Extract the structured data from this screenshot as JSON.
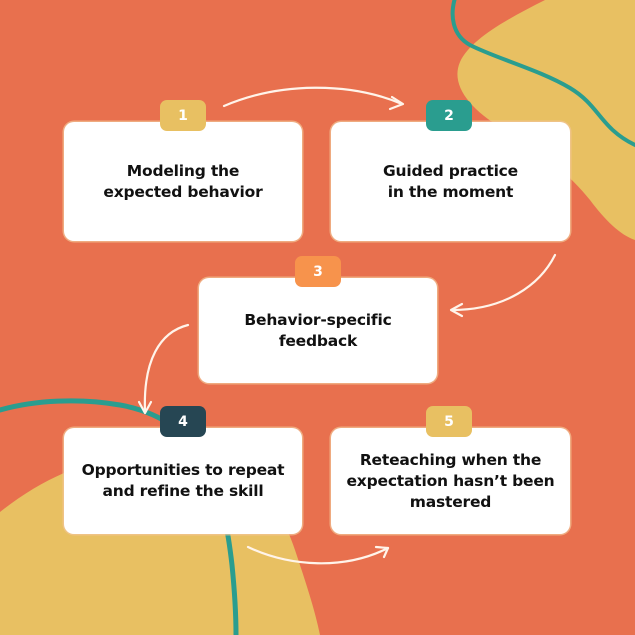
{
  "colors": {
    "background": "#E8704E",
    "blob_yellow": "#E8C062",
    "squiggle_teal": "#2A9D8F",
    "card": "#FFFFFF",
    "arrow": "#FFF4EA"
  },
  "steps": [
    {
      "number": "1",
      "label": "Modeling the\nexpected behavior",
      "badge_color": "#E8C062"
    },
    {
      "number": "2",
      "label": "Guided practice\nin the moment",
      "badge_color": "#2A9D8F"
    },
    {
      "number": "3",
      "label": "Behavior-specific\nfeedback",
      "badge_color": "#F7934C"
    },
    {
      "number": "4",
      "label": "Opportunities to repeat\nand refine the skill",
      "badge_color": "#264653"
    },
    {
      "number": "5",
      "label": "Reteaching when the\nexpectation hasn’t been\nmastered",
      "badge_color": "#E8C062"
    }
  ],
  "arrows": [
    {
      "from": "1",
      "to": "2",
      "icon": "curved-arrow-right"
    },
    {
      "from": "2",
      "to": "3",
      "icon": "curved-arrow-left"
    },
    {
      "from": "3",
      "to": "4",
      "icon": "curved-arrow-down"
    },
    {
      "from": "4",
      "to": "5",
      "icon": "curved-arrow-right"
    }
  ]
}
